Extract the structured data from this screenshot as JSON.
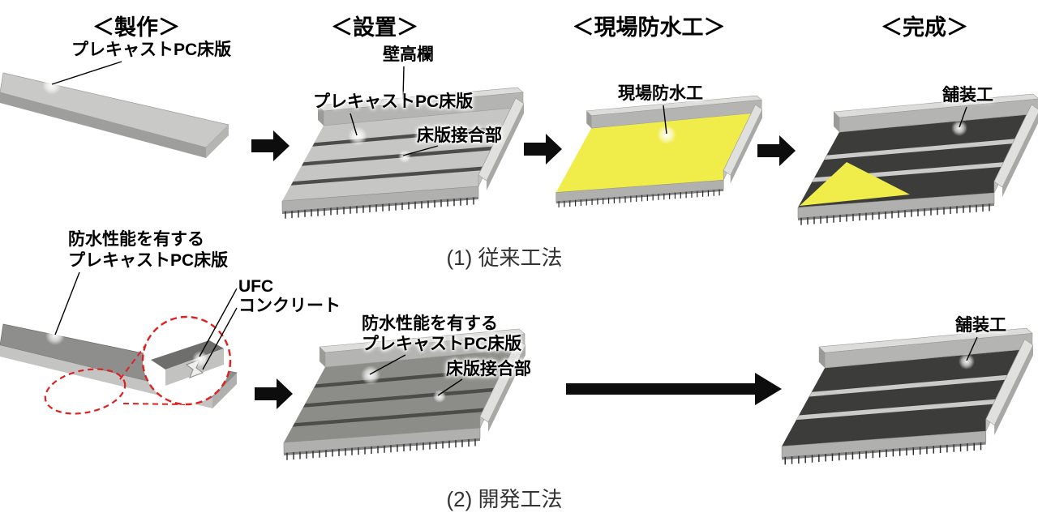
{
  "headers": [
    {
      "label": "＜製作＞"
    },
    {
      "label": "＜設置＞"
    },
    {
      "label": "＜現場防水工＞"
    },
    {
      "label": "＜完成＞"
    }
  ],
  "row1": {
    "caption": "(1) 従来工法",
    "labels": {
      "slab": "プレキャストPC床版",
      "parapet": "壁高欄",
      "deck_slab": "プレキャストPC床版",
      "joint": "床版接合部",
      "waterproof": "現場防水工",
      "pavement": "舗装工"
    }
  },
  "row2": {
    "caption": "(2) 開発工法",
    "labels": {
      "slab_line1": "防水性能を有する",
      "slab_line2": "プレキャストPC床版",
      "ufc_line1": "UFC",
      "ufc_line2": "コンクリート",
      "deck_slab_line1": "防水性能を有する",
      "deck_slab_line2": "プレキャストPC床版",
      "joint": "床版接合部",
      "pavement": "舗装工"
    }
  },
  "colors": {
    "waterproofing_yellow": "#f0ec4a",
    "asphalt_pavement": "#3c3c3a",
    "concrete_light": "#c6c6c4",
    "waterproof_precast_gray": "#8c8c88",
    "zoom_highlight_red": "#e02020",
    "arrow_black": "#0d0d0d"
  },
  "icons": {
    "flow_arrow": "block-arrow-right",
    "long_flow_arrow": "long-block-arrow-right",
    "zoom_detail": "dashed-red-zoom-circle"
  }
}
